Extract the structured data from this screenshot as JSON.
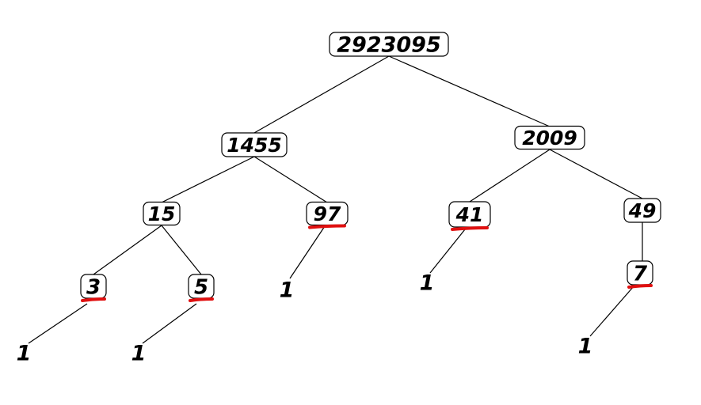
{
  "colors": {
    "background": "#ffffff",
    "line": "#000000",
    "underline": "#e01010"
  },
  "nodes": [
    {
      "id": "n2923095",
      "label": "2923095",
      "boxed": true,
      "underlined": false
    },
    {
      "id": "n1455",
      "label": "1455",
      "boxed": true,
      "underlined": false
    },
    {
      "id": "n2009",
      "label": "2009",
      "boxed": true,
      "underlined": false
    },
    {
      "id": "n15",
      "label": "15",
      "boxed": true,
      "underlined": false
    },
    {
      "id": "n97",
      "label": "97",
      "boxed": true,
      "underlined": true
    },
    {
      "id": "n41",
      "label": "41",
      "boxed": true,
      "underlined": true
    },
    {
      "id": "n49",
      "label": "49",
      "boxed": true,
      "underlined": false
    },
    {
      "id": "n3",
      "label": "3",
      "boxed": true,
      "underlined": true
    },
    {
      "id": "n5",
      "label": "5",
      "boxed": true,
      "underlined": true
    },
    {
      "id": "n7",
      "label": "7",
      "boxed": true,
      "underlined": true
    },
    {
      "id": "leaf-3",
      "label": "1",
      "boxed": false,
      "underlined": false
    },
    {
      "id": "leaf-5",
      "label": "1",
      "boxed": false,
      "underlined": false
    },
    {
      "id": "leaf-97",
      "label": "1",
      "boxed": false,
      "underlined": false
    },
    {
      "id": "leaf-41",
      "label": "1",
      "boxed": false,
      "underlined": false
    },
    {
      "id": "leaf-7",
      "label": "1",
      "boxed": false,
      "underlined": false
    }
  ],
  "edges": [
    [
      "n2923095",
      "n1455"
    ],
    [
      "n2923095",
      "n2009"
    ],
    [
      "n1455",
      "n15"
    ],
    [
      "n1455",
      "n97"
    ],
    [
      "n2009",
      "n41"
    ],
    [
      "n2009",
      "n49"
    ],
    [
      "n15",
      "n3"
    ],
    [
      "n15",
      "n5"
    ],
    [
      "n49",
      "n7"
    ],
    [
      "n3",
      "leaf-3"
    ],
    [
      "n5",
      "leaf-5"
    ],
    [
      "n97",
      "leaf-97"
    ],
    [
      "n41",
      "leaf-41"
    ],
    [
      "n7",
      "leaf-7"
    ]
  ]
}
